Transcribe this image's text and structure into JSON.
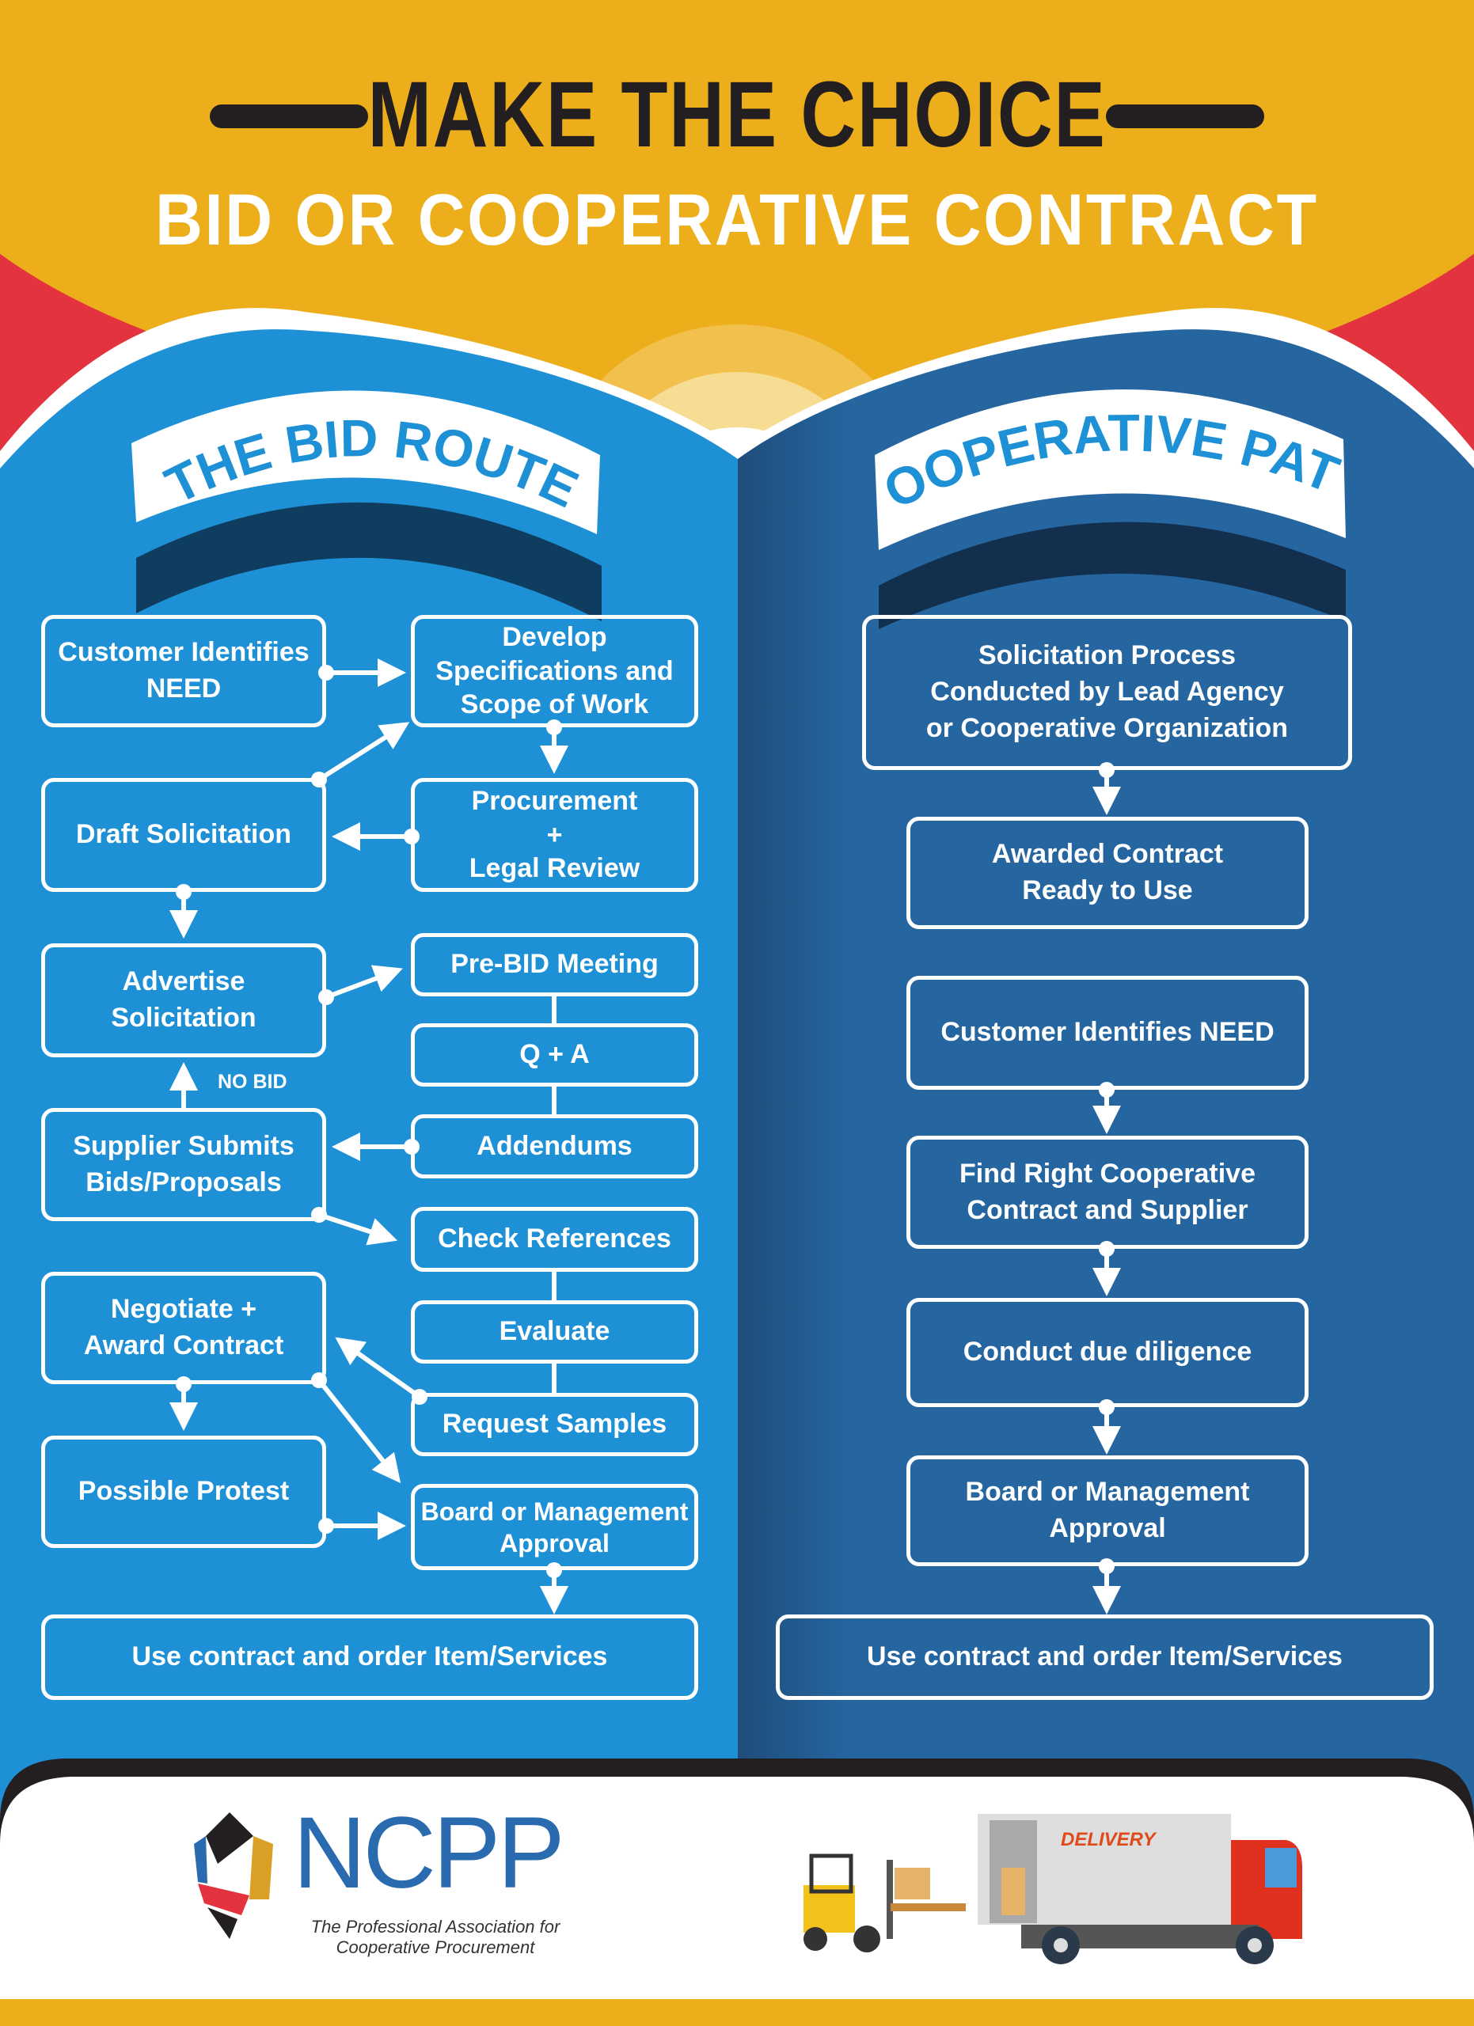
{
  "header": {
    "title": "MAKE THE CHOICE",
    "subtitle": "BID OR COOPERATIVE CONTRACT"
  },
  "bid_route": {
    "banner": "THE BID ROUTE",
    "steps": [
      "Customer Identifies\nNEED",
      "Develop\nSpecifications and\nScope of Work",
      "Draft Solicitation",
      "Procurement\n+\nLegal Review",
      "Advertise\nSolicitation",
      "Pre-BID Meeting",
      "Q + A",
      "Addendums",
      "Supplier Submits\nBids/Proposals",
      "Check References",
      "Negotiate +\nAward Contract",
      "Evaluate",
      "Request Samples",
      "Possible Protest",
      "Board or Management\nApproval",
      "Use contract and order Item/Services"
    ],
    "no_bid_label": "NO BID"
  },
  "cooperative_path": {
    "banner": "COOPERATIVE PATH",
    "steps": [
      "Solicitation Process\nConducted by Lead Agency\nor Cooperative Organization",
      "Awarded Contract\nReady to Use",
      "Customer Identifies NEED",
      "Find Right Cooperative\nContract and Supplier",
      "Conduct due diligence",
      "Board or Management\nApproval",
      "Use contract and order Item/Services"
    ]
  },
  "footer": {
    "logo_text": "NCPP",
    "tagline": "The Professional Association for\nCooperative Procurement",
    "truck_label": "DELIVERY"
  },
  "colors": {
    "yellow": "#edae1c",
    "red": "#e3333e",
    "bid_blue": "#1e90d6",
    "coop_blue": "#2565a0",
    "dark": "#231f20"
  }
}
